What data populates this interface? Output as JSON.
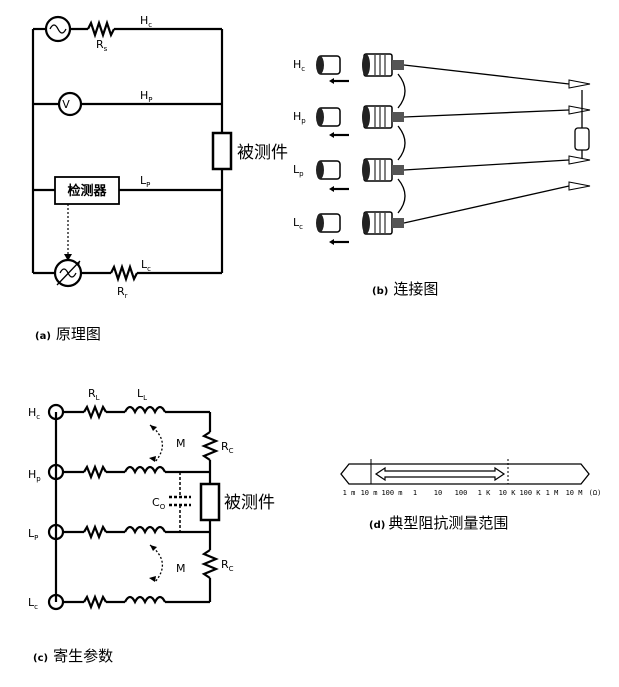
{
  "panel_a": {
    "label_hc_main": "H",
    "label_hc_sub": "c",
    "label_rs_main": "R",
    "label_rs_sub": "s",
    "label_hp_main": "H",
    "label_hp_sub": "P",
    "label_lp_main": "L",
    "label_lp_sub": "P",
    "label_lc_main": "L",
    "label_lc_sub": "c",
    "label_rr_main": "R",
    "label_rr_sub": "r",
    "voltmeter_symbol": "V",
    "detector_label": "检测器",
    "dut_label": "被测件",
    "caption_letter": "(a)",
    "caption_text": "原理图"
  },
  "panel_b": {
    "connectors": [
      {
        "main": "H",
        "sub": "c"
      },
      {
        "main": "H",
        "sub": "p"
      },
      {
        "main": "L",
        "sub": "p"
      },
      {
        "main": "L",
        "sub": "c"
      }
    ],
    "caption_letter": "(b)",
    "caption_text": "连接图"
  },
  "panel_c": {
    "terminals": [
      {
        "main": "H",
        "sub": "c"
      },
      {
        "main": "H",
        "sub": "p"
      },
      {
        "main": "L",
        "sub": "P"
      },
      {
        "main": "L",
        "sub": "c"
      }
    ],
    "label_rl_main": "R",
    "label_rl_sub": "L",
    "label_ll_main": "L",
    "label_ll_sub": "L",
    "label_m_top": "M",
    "label_m_bottom": "M",
    "label_rc_top_main": "R",
    "label_rc_top_sub": "C",
    "label_rc_bottom_main": "R",
    "label_rc_bottom_sub": "C",
    "label_co_main": "C",
    "label_co_sub": "O",
    "dut_label": "被测件",
    "caption_letter": "(c)",
    "caption_text": "寄生参数"
  },
  "panel_d": {
    "ticks": [
      "1 m",
      "10 m",
      "100 m",
      "1",
      "10",
      "100",
      "1 K",
      "10 K",
      "100 K",
      "1 M",
      "10 M",
      "(Ω)"
    ],
    "caption_letter": "(d)",
    "caption_text": "典型阻抗测量范围"
  }
}
